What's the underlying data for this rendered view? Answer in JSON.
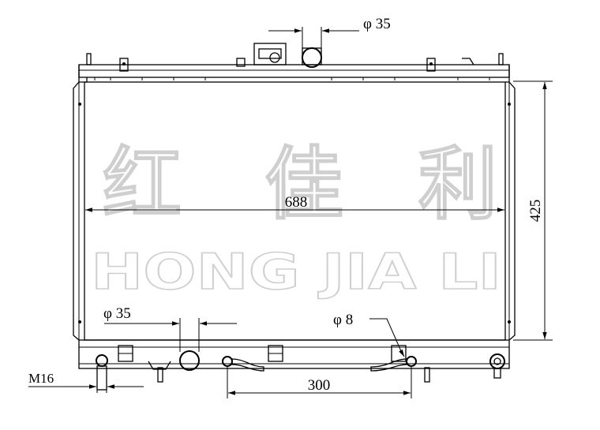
{
  "watermark": {
    "chinese": [
      "红",
      "佳",
      "利"
    ],
    "english": "HONG JIA LI"
  },
  "dimensions": {
    "width": "688",
    "height": "425",
    "top_pipe": "φ 35",
    "bottom_pipe": "φ 35",
    "small_pipe": "φ 8",
    "pipe_spacing": "300",
    "drain_thread": "M16"
  }
}
